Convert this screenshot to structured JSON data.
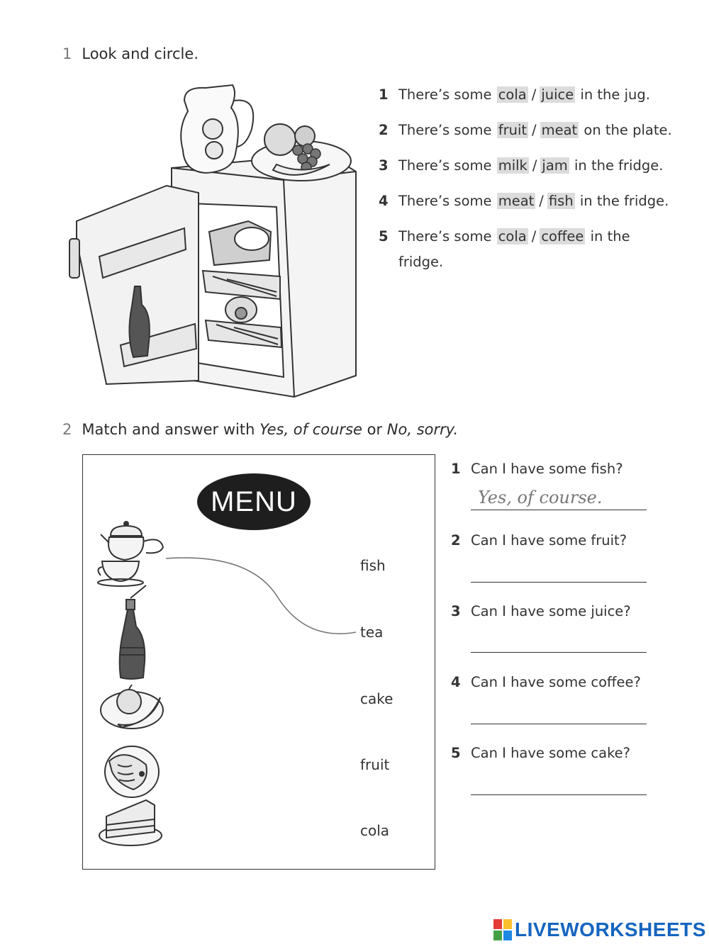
{
  "exercise1": {
    "number": "1",
    "instruction": "Look and circle.",
    "sentences": [
      {
        "num": "1",
        "prefix": "There’s some",
        "opt_a": "cola",
        "opt_b": "juice",
        "suffix": "in the jug.",
        "suffix2": ""
      },
      {
        "num": "2",
        "prefix": "There’s some",
        "opt_a": "fruit",
        "opt_b": "meat",
        "suffix": "on the plate.",
        "suffix2": ""
      },
      {
        "num": "3",
        "prefix": "There’s some",
        "opt_a": "milk",
        "opt_b": "jam",
        "suffix": "in the fridge.",
        "suffix2": ""
      },
      {
        "num": "4",
        "prefix": "There’s some",
        "opt_a": "meat",
        "opt_b": "fish",
        "suffix": "in the fridge.",
        "suffix2": ""
      },
      {
        "num": "5",
        "prefix": "There’s some",
        "opt_a": "cola",
        "opt_b": "coffee",
        "suffix": "in the",
        "suffix2": "fridge."
      }
    ]
  },
  "exercise2": {
    "number": "2",
    "instruction_start": "Match and answer with",
    "instruction_yes": "Yes, of course",
    "instruction_or": "or",
    "instruction_no": "No, sorry.",
    "menu_title": "MENU",
    "menu_words": [
      "fish",
      "tea",
      "cake",
      "fruit",
      "cola"
    ],
    "questions": [
      {
        "num": "1",
        "text": "Can I have some fish?",
        "answer": "Yes, of course."
      },
      {
        "num": "2",
        "text": "Can I have some fruit?",
        "answer": ""
      },
      {
        "num": "3",
        "text": "Can I have some juice?",
        "answer": ""
      },
      {
        "num": "4",
        "text": "Can I have some coffee?",
        "answer": ""
      },
      {
        "num": "5",
        "text": "Can I have some cake?",
        "answer": ""
      }
    ]
  },
  "brand": {
    "text": "LIVEWORKSHEETS",
    "colors": [
      "#e53935",
      "#fbc02d",
      "#43a047",
      "#1e88e5"
    ]
  }
}
